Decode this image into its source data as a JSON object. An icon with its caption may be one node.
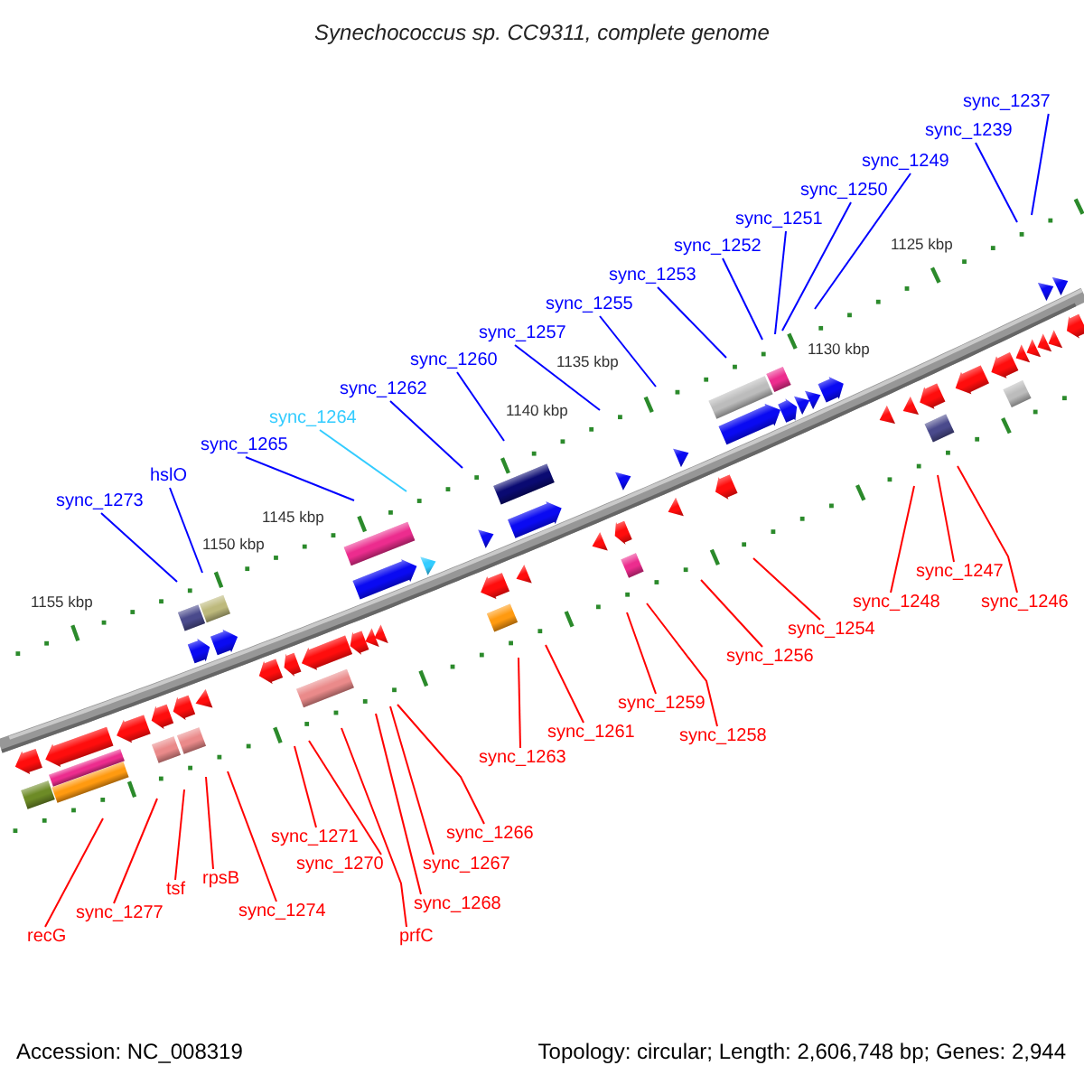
{
  "diagram": {
    "title": "Synechococcus sp. CC9311, complete genome",
    "nodes": [
      {
        "text": [
          "sync_1237"
        ]
      },
      {
        "text": [
          "sync_1239"
        ]
      },
      {
        "text": [
          "sync_1249"
        ]
      },
      {
        "text": [
          "sync_1250"
        ]
      },
      {
        "text": [
          "sync_1251"
        ]
      },
      {
        "text": [
          "sync_1252"
        ]
      },
      {
        "text": [
          "sync_1253"
        ]
      },
      {
        "text": [
          "sync_1255"
        ]
      },
      {
        "text": [
          "sync_1257"
        ]
      },
      {
        "text": [
          "sync_1260"
        ]
      },
      {
        "text": [
          "sync_1262"
        ]
      },
      {
        "text": [
          "sync_1264"
        ]
      },
      {
        "text": [
          "sync_1265"
        ]
      },
      {
        "text": [
          "hslO"
        ]
      },
      {
        "text": [
          "sync_1273"
        ]
      },
      {
        "text": [
          "sync_1247"
        ]
      },
      {
        "text": [
          "sync_1248"
        ]
      },
      {
        "text": [
          "sync_1246"
        ]
      },
      {
        "text": [
          "sync_1254"
        ]
      },
      {
        "text": [
          "sync_1256"
        ]
      },
      {
        "text": [
          "sync_1259"
        ]
      },
      {
        "text": [
          "sync_1261"
        ]
      },
      {
        "text": [
          "sync_1258"
        ]
      },
      {
        "text": [
          "sync_1263"
        ]
      },
      {
        "text": [
          "sync_1266"
        ]
      },
      {
        "text": [
          "sync_1271"
        ]
      },
      {
        "text": [
          "sync_1270"
        ]
      },
      {
        "text": [
          "sync_1267"
        ]
      },
      {
        "text": [
          "rpsB"
        ]
      },
      {
        "text": [
          "tsf"
        ]
      },
      {
        "text": [
          "sync_1268"
        ]
      },
      {
        "text": [
          "sync_1274"
        ]
      },
      {
        "text": [
          "sync_1277"
        ]
      },
      {
        "text": [
          "recG"
        ]
      },
      {
        "text": [
          "prfC"
        ]
      }
    ],
    "edges": [
      {
        "from": 0,
        "to": null,
        "arrow": "none",
        "color": "#0000ff"
      },
      {
        "from": 1,
        "to": null,
        "arrow": "none",
        "color": "#0000ff"
      },
      {
        "from": 2,
        "to": null,
        "arrow": "none",
        "color": "#0000ff"
      },
      {
        "from": 3,
        "to": null,
        "arrow": "none",
        "color": "#0000ff"
      },
      {
        "from": 4,
        "to": null,
        "arrow": "none",
        "color": "#0000ff"
      },
      {
        "from": 5,
        "to": null,
        "arrow": "none",
        "color": "#0000ff"
      },
      {
        "from": 6,
        "to": null,
        "arrow": "none",
        "color": "#0000ff"
      },
      {
        "from": 7,
        "to": null,
        "arrow": "none",
        "color": "#0000ff"
      },
      {
        "from": 8,
        "to": null,
        "arrow": "none",
        "color": "#0000ff"
      },
      {
        "from": 9,
        "to": null,
        "arrow": "none",
        "color": "#0000ff"
      },
      {
        "from": 10,
        "to": null,
        "arrow": "none",
        "color": "#0000ff"
      },
      {
        "from": 11,
        "to": null,
        "arrow": "none",
        "color": "#33ccff"
      },
      {
        "from": 12,
        "to": null,
        "arrow": "none",
        "color": "#0000ff"
      },
      {
        "from": 13,
        "to": null,
        "arrow": "none",
        "color": "#0000ff"
      },
      {
        "from": 14,
        "to": null,
        "arrow": "none",
        "color": "#0000ff"
      },
      {
        "from": 15,
        "to": null,
        "arrow": "none"
      },
      {
        "from": 16,
        "to": null,
        "arrow": "none"
      },
      {
        "from": 17,
        "to": null,
        "arrow": "none"
      },
      {
        "from": 18,
        "to": null,
        "arrow": "none"
      },
      {
        "from": 19,
        "to": null,
        "arrow": "none"
      },
      {
        "from": 20,
        "to": null,
        "arrow": "none"
      },
      {
        "from": 21,
        "to": null,
        "arrow": "none"
      },
      {
        "from": 22,
        "to": null,
        "arrow": "none"
      },
      {
        "from": 23,
        "to": null,
        "arrow": "none"
      },
      {
        "from": 24,
        "to": null,
        "arrow": "none"
      },
      {
        "from": 25,
        "to": null,
        "arrow": "none"
      },
      {
        "from": 26,
        "to": null,
        "arrow": "none"
      },
      {
        "from": 27,
        "to": null,
        "arrow": "none"
      },
      {
        "from": 28,
        "to": null,
        "arrow": "none"
      },
      {
        "from": 29,
        "to": null,
        "arrow": "none"
      },
      {
        "from": 30,
        "to": null,
        "arrow": "none"
      },
      {
        "from": 31,
        "to": null,
        "arrow": "none"
      },
      {
        "from": 32,
        "to": null,
        "arrow": "none"
      },
      {
        "from": 33,
        "to": null,
        "arrow": "none"
      },
      {
        "from": 34,
        "to": null,
        "arrow": "none"
      }
    ],
    "labels": [
      "1125 kbp",
      "1130 kbp",
      "1135 kbp",
      "1140 kbp",
      "1145 kbp",
      "1150 kbp",
      "1155 kbp",
      "Accession: NC_008319",
      "Topology: circular; Length: 2,606,748 bp; Genes: 2,944"
    ]
  }
}
